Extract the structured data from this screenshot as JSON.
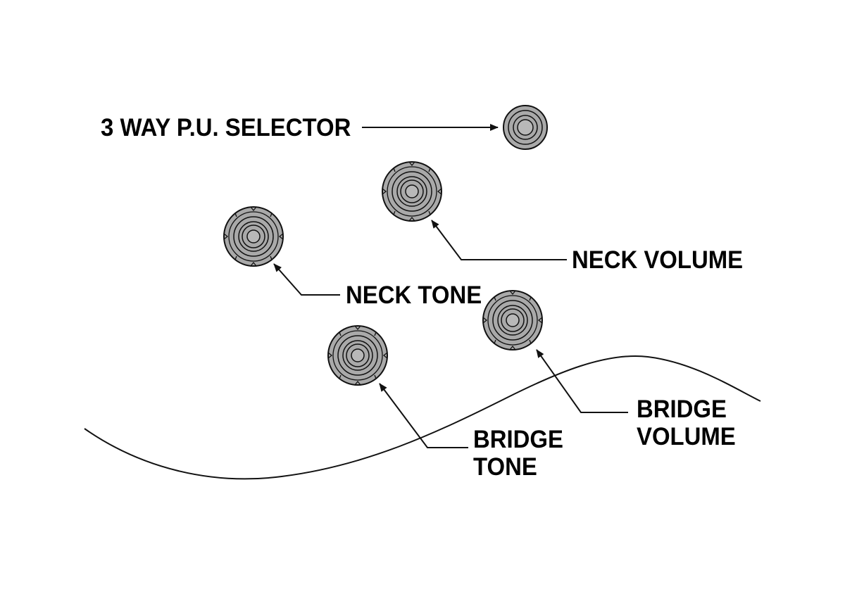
{
  "colors": {
    "background": "#ffffff",
    "ink": "#111111",
    "knob_fill": "#a9a9a9",
    "knob_fill_light": "#b8b8b8"
  },
  "labels": {
    "selector": [
      "3 WAY P.U. SELECTOR"
    ],
    "neck_volume": [
      "NECK VOLUME"
    ],
    "neck_tone": [
      "NECK TONE"
    ],
    "bridge_volume": [
      "BRIDGE",
      "VOLUME"
    ],
    "bridge_tone": [
      "BRIDGE",
      "TONE"
    ]
  },
  "controls": [
    {
      "id": "selector",
      "kind": "switch",
      "icon": "pickup-selector-switch-icon"
    },
    {
      "id": "neck_volume",
      "kind": "knob",
      "icon": "volume-knob-icon"
    },
    {
      "id": "neck_tone",
      "kind": "knob",
      "icon": "tone-knob-icon"
    },
    {
      "id": "bridge_volume",
      "kind": "knob",
      "icon": "volume-knob-icon"
    },
    {
      "id": "bridge_tone",
      "kind": "knob",
      "icon": "tone-knob-icon"
    }
  ]
}
